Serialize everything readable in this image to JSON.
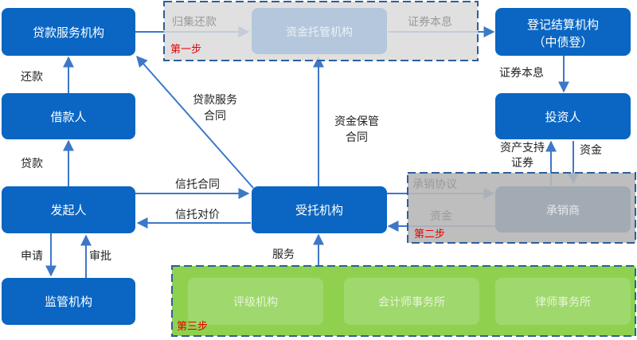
{
  "colors": {
    "node_fill": "#0a66c2",
    "node_text": "#ffffff",
    "arrow": "#3d78c8",
    "step1_fill": "#dadada",
    "step2_fill": "#b7b7b7",
    "step3_fill": "#8fd14f",
    "step_border": "#2d5f9c",
    "step_text": "#e60000"
  },
  "nodes": {
    "loan_service": "贷款服务机构",
    "custodian": "资金托管机构",
    "registry_line1": "登记结算机构",
    "registry_line2": "（中债登）",
    "borrower": "借款人",
    "investor": "投资人",
    "originator": "发起人",
    "trustee": "受托机构",
    "underwriter": "承销商",
    "regulator": "监管机构",
    "rating_agency": "评级机构",
    "accounting_firm": "会计师事务所",
    "law_firm": "律师事务所"
  },
  "edges": {
    "repayment_collection": "归集还款",
    "securities_principal_interest_top": "证券本息",
    "securities_principal_interest_right": "证券本息",
    "repay": "还款",
    "loan": "贷款",
    "loan_service_contract_line1": "贷款服务",
    "loan_service_contract_line2": "合同",
    "fund_custody_contract_line1": "资金保管",
    "fund_custody_contract_line2": "合同",
    "asset_backed_securities_line1": "资产支持",
    "asset_backed_securities_line2": "证券",
    "funds_investor": "资金",
    "trust_contract": "信托合同",
    "trust_consideration": "信托对价",
    "underwriting_agreement": "承销协议",
    "funds_underwriter": "资金",
    "apply": "申请",
    "approve": "审批",
    "service": "服务"
  },
  "steps": {
    "step1": "第一步",
    "step2": "第二步",
    "step3": "第三步"
  }
}
